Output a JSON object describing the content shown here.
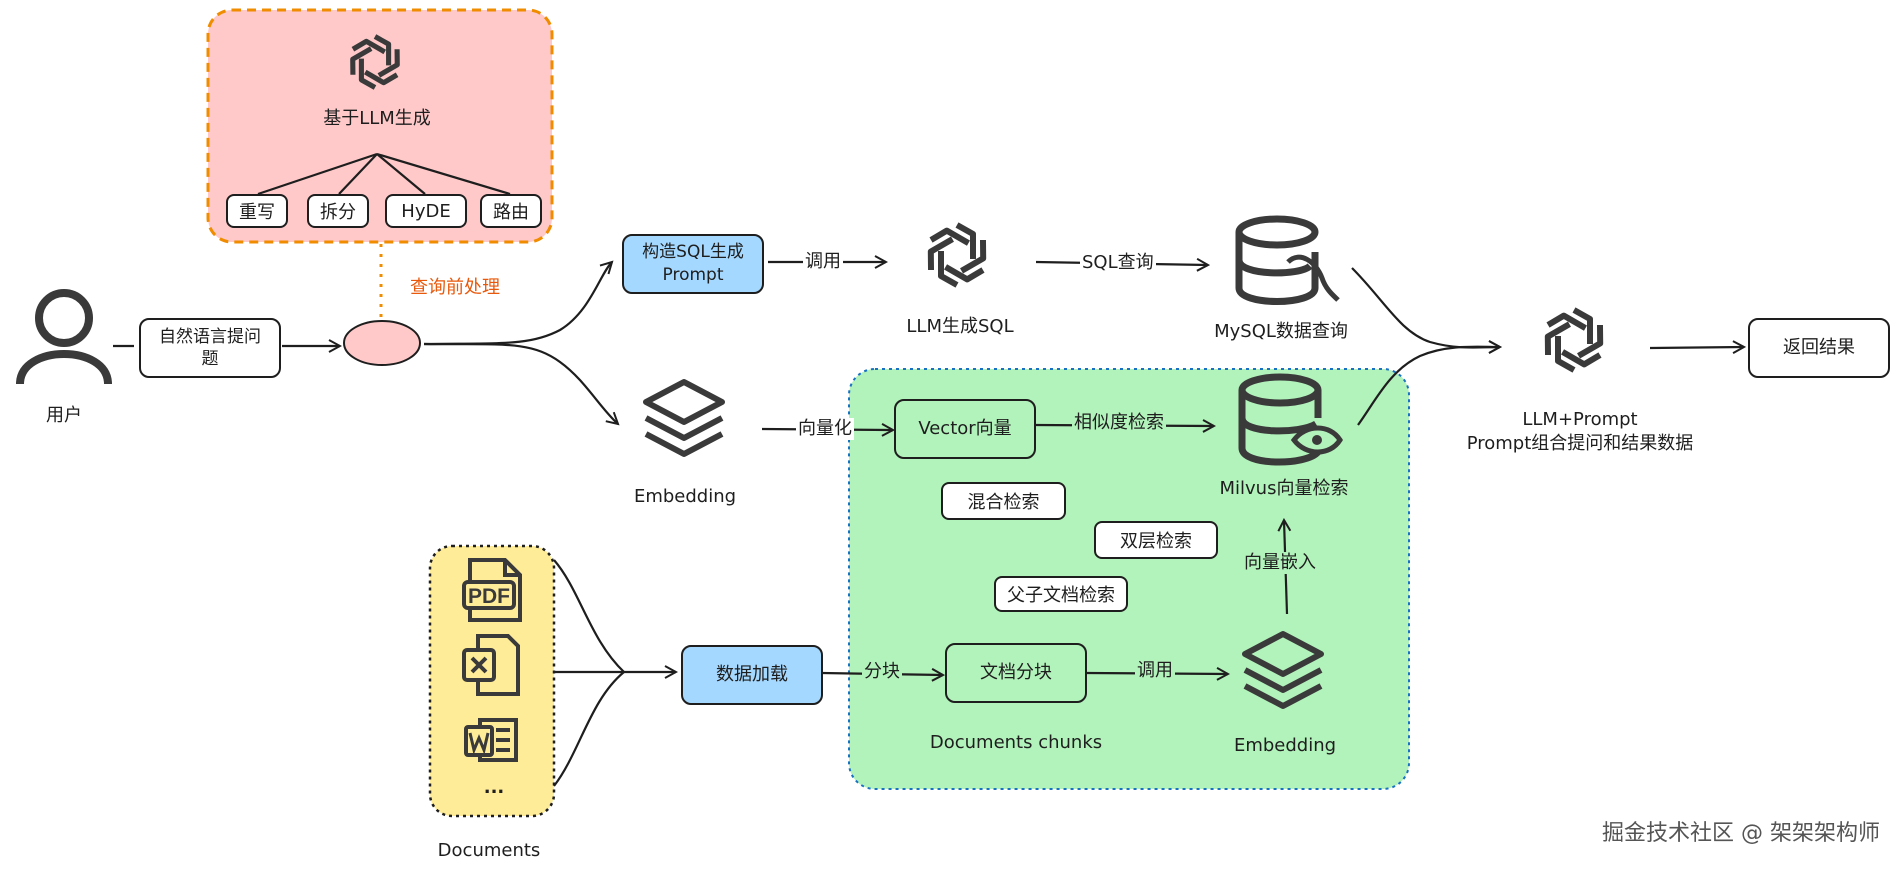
{
  "colors": {
    "stroke": "#1e1e1e",
    "blue": "#a5d8ff",
    "pink": "#ffc9c9",
    "green": "#b2f2bb",
    "yellow": "#ffec99",
    "orange_dash": "#f08c00",
    "blue_dash": "#1971c2",
    "label_orange": "#e8590c"
  },
  "pre_query": {
    "title": "基于LLM生成",
    "icon": "openai-icon",
    "chips": [
      "重写",
      "拆分",
      "HyDE",
      "路由"
    ],
    "connector_label": "查询前处理"
  },
  "user": {
    "label": "用户",
    "icon": "user-icon"
  },
  "question": {
    "label": "自然语言提问\n题"
  },
  "sql_branch": {
    "prompt_box": "构造SQL生成\nPrompt",
    "edge_call": "调用",
    "llm_label": "LLM生成SQL",
    "edge_query": "SQL查询",
    "db_label": "MySQL数据查询",
    "db_icon": "mysql-database-icon"
  },
  "vector_branch": {
    "embedding_label": "Embedding",
    "edge_vectorize": "向量化",
    "vector_box": "Vector向量",
    "edge_similarity": "相似度检索",
    "milvus_label": "Milvus向量检索",
    "milvus_icon": "milvus-database-icon",
    "strategies": [
      "混合检索",
      "双层检索",
      "父子文档检索"
    ],
    "edge_embed": "向量嵌入",
    "embedding2_label": "Embedding"
  },
  "docs": {
    "label": "Documents",
    "icons": [
      "pdf-file-icon",
      "excel-file-icon",
      "word-file-icon"
    ],
    "more": "...",
    "load_box": "数据加载",
    "edge_chunk": "分块",
    "chunk_box": "文档分块",
    "chunk_label": "Documents chunks",
    "edge_call": "调用"
  },
  "final": {
    "llm_label": "LLM+Prompt\nPrompt组合提问和结果数据",
    "result_box": "返回结果"
  },
  "watermark": "掘金技术社区 @ 架架架构师"
}
